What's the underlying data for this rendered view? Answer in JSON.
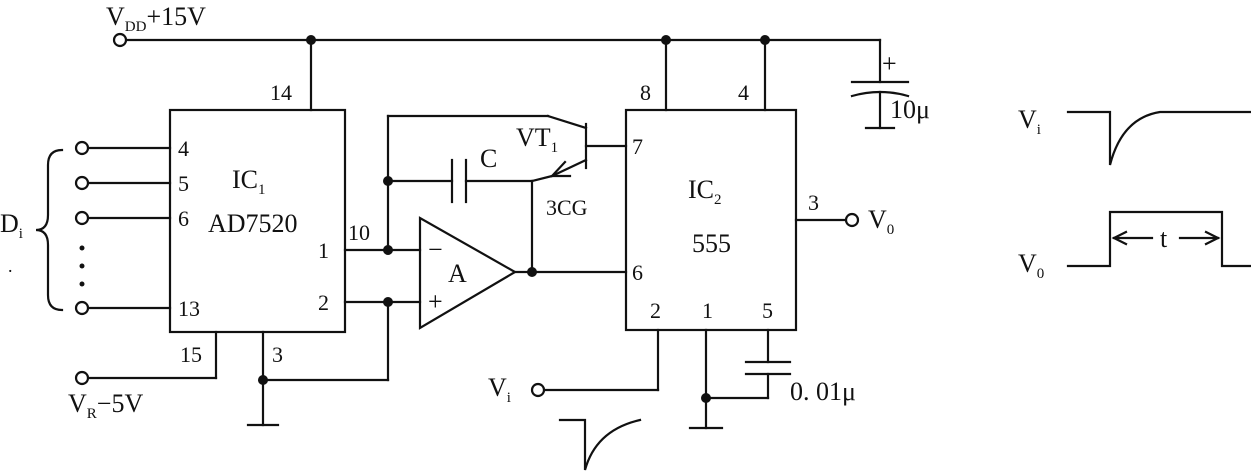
{
  "supply": {
    "vdd_main": "V",
    "vdd_sub": "DD",
    "vdd_value": "+15V"
  },
  "reference": {
    "vr_main": "V",
    "vr_sub": "R",
    "vr_value": "−5V"
  },
  "ic1": {
    "name_main": "IC",
    "name_sub": "1",
    "part": "AD7520",
    "pins": {
      "p14": "14",
      "p4": "4",
      "p5": "5",
      "p6": "6",
      "p13": "13",
      "p1": "1",
      "p2": "2",
      "p10": "10",
      "p15": "15",
      "p3": "3"
    }
  },
  "ic2": {
    "name_main": "IC",
    "name_sub": "2",
    "part": "555",
    "pins": {
      "p8": "8",
      "p4": "4",
      "p7": "7",
      "p3": "3",
      "p6": "6",
      "p2": "2",
      "p1": "1",
      "p5": "5"
    }
  },
  "digital_input": {
    "main": "D",
    "sub": "i",
    "ellipsis": "⋮"
  },
  "opamp": {
    "name": "A",
    "minus": "−",
    "plus": "+"
  },
  "capacitor_c": {
    "label": "C"
  },
  "transistor": {
    "main": "VT",
    "sub": "1",
    "type": "3CG"
  },
  "cap_10u": {
    "label": "10μ",
    "polarity": "+"
  },
  "cap_001u": {
    "label": "0. 01μ"
  },
  "output": {
    "main": "V",
    "sub": "0"
  },
  "trigger_input": {
    "main": "V",
    "sub": "i"
  },
  "waveforms": {
    "vi_main": "V",
    "vi_sub": "i",
    "vo_main": "V",
    "vo_sub": "0",
    "width_label": "t"
  }
}
